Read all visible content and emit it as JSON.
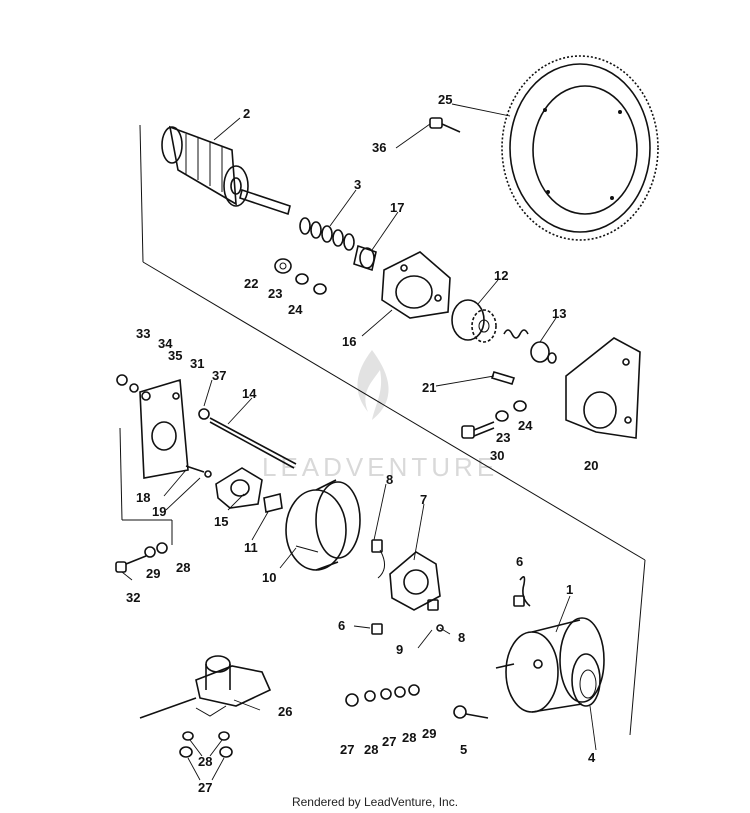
{
  "watermark_text": "LEADVENTURE",
  "footer": "Rendered by LeadVenture, Inc.",
  "callouts": [
    "1",
    "2",
    "3",
    "4",
    "5",
    "6",
    "7",
    "8",
    "9",
    "10",
    "11",
    "12",
    "13",
    "14",
    "15",
    "16",
    "17",
    "18",
    "19",
    "20",
    "21",
    "22",
    "23",
    "24",
    "25",
    "26",
    "27",
    "28",
    "29",
    "30",
    "31",
    "32",
    "33",
    "34",
    "35",
    "36",
    "37"
  ],
  "callouts_repeated": [
    "6",
    "8",
    "23",
    "24",
    "27",
    "28",
    "29"
  ]
}
